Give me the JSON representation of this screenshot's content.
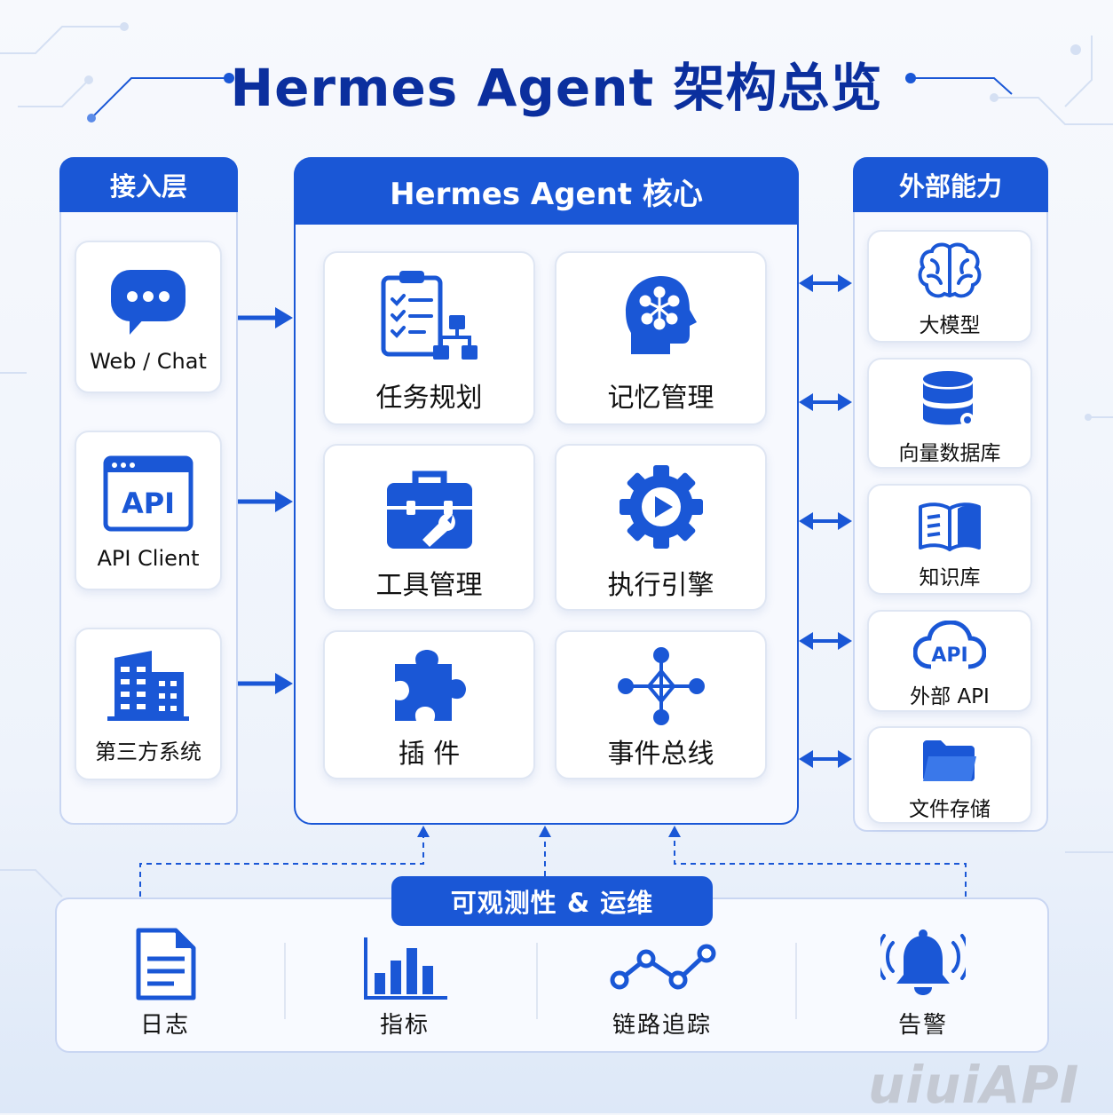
{
  "title": "Hermes Agent 架构总览",
  "colors": {
    "primary": "#1a57d6",
    "title": "#0b2f9e",
    "panel": "#f7f9fe"
  },
  "access_layer": {
    "heading": "接入层",
    "items": [
      {
        "label": "Web / Chat",
        "icon": "chat-bubble-icon"
      },
      {
        "label": "API Client",
        "icon": "api-window-icon",
        "icon_text": "API"
      },
      {
        "label": "第三方系统",
        "icon": "buildings-icon"
      }
    ]
  },
  "core": {
    "heading": "Hermes Agent 核心",
    "modules": [
      {
        "label": "任务规划",
        "icon": "clipboard-checklist-icon"
      },
      {
        "label": "记忆管理",
        "icon": "brain-head-icon"
      },
      {
        "label": "工具管理",
        "icon": "toolbox-icon"
      },
      {
        "label": "执行引擎",
        "icon": "gear-play-icon"
      },
      {
        "label": "插 件",
        "icon": "puzzle-icon"
      },
      {
        "label": "事件总线",
        "icon": "event-hub-icon"
      }
    ]
  },
  "external": {
    "heading": "外部能力",
    "items": [
      {
        "label": "大模型",
        "icon": "brain-icon"
      },
      {
        "label": "向量数据库",
        "icon": "database-icon"
      },
      {
        "label": "知识库",
        "icon": "open-book-icon"
      },
      {
        "label": "外部 API",
        "icon": "api-cloud-icon",
        "icon_text": "API"
      },
      {
        "label": "文件存储",
        "icon": "folder-icon"
      }
    ]
  },
  "observability": {
    "heading": "可观测性 & 运维",
    "items": [
      {
        "label": "日志",
        "icon": "document-icon"
      },
      {
        "label": "指标",
        "icon": "bar-chart-icon"
      },
      {
        "label": "链路追踪",
        "icon": "trace-line-icon"
      },
      {
        "label": "告警",
        "icon": "alarm-bell-icon"
      }
    ]
  },
  "watermark": "uiuiAPI"
}
